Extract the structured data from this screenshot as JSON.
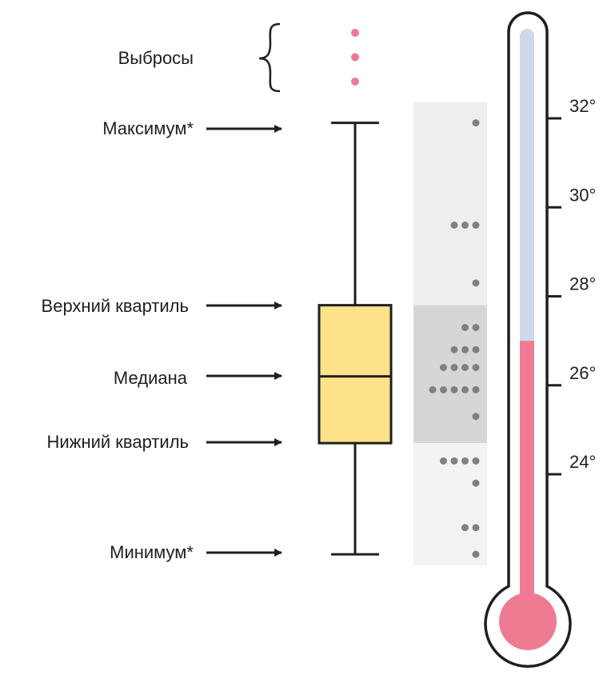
{
  "labels": {
    "outliers": "Выбросы",
    "maximum": "Максимум*",
    "upper_quartile": "Верхний квартиль",
    "median": "Медиана",
    "lower_quartile": "Нижний квартиль",
    "minimum": "Минимум*"
  },
  "chart_data": {
    "type": "boxplot",
    "unit": "°",
    "ticks": [
      24,
      26,
      28,
      30,
      32
    ],
    "tick_labels": [
      "24°",
      "26°",
      "28°",
      "30°",
      "32°"
    ],
    "boxplot": {
      "min": 22.2,
      "lower_quartile": 24.7,
      "median": 26.2,
      "upper_quartile": 27.8,
      "max": 31.9,
      "outliers_count": 3
    },
    "thermometer_level": 27.0,
    "dot_rows": [
      {
        "value": 31.9,
        "count": 1
      },
      {
        "value": 29.6,
        "count": 3
      },
      {
        "value": 28.3,
        "count": 1
      },
      {
        "value": 27.3,
        "count": 2
      },
      {
        "value": 26.8,
        "count": 3
      },
      {
        "value": 26.4,
        "count": 4
      },
      {
        "value": 25.9,
        "count": 5
      },
      {
        "value": 25.3,
        "count": 1
      },
      {
        "value": 24.3,
        "count": 4
      },
      {
        "value": 23.8,
        "count": 1
      },
      {
        "value": 22.8,
        "count": 2
      },
      {
        "value": 22.2,
        "count": 1
      }
    ],
    "colors": {
      "box_fill": "#fde28a",
      "outlier_dots": "#ee7a91",
      "data_dots": "#808080",
      "thermo_red": "#ef7b93",
      "thermo_blue": "#cfd8e8",
      "band_light": "#eeeeee",
      "band_mid": "#d6d6d6",
      "band_lower": "#f3f3f3"
    }
  }
}
